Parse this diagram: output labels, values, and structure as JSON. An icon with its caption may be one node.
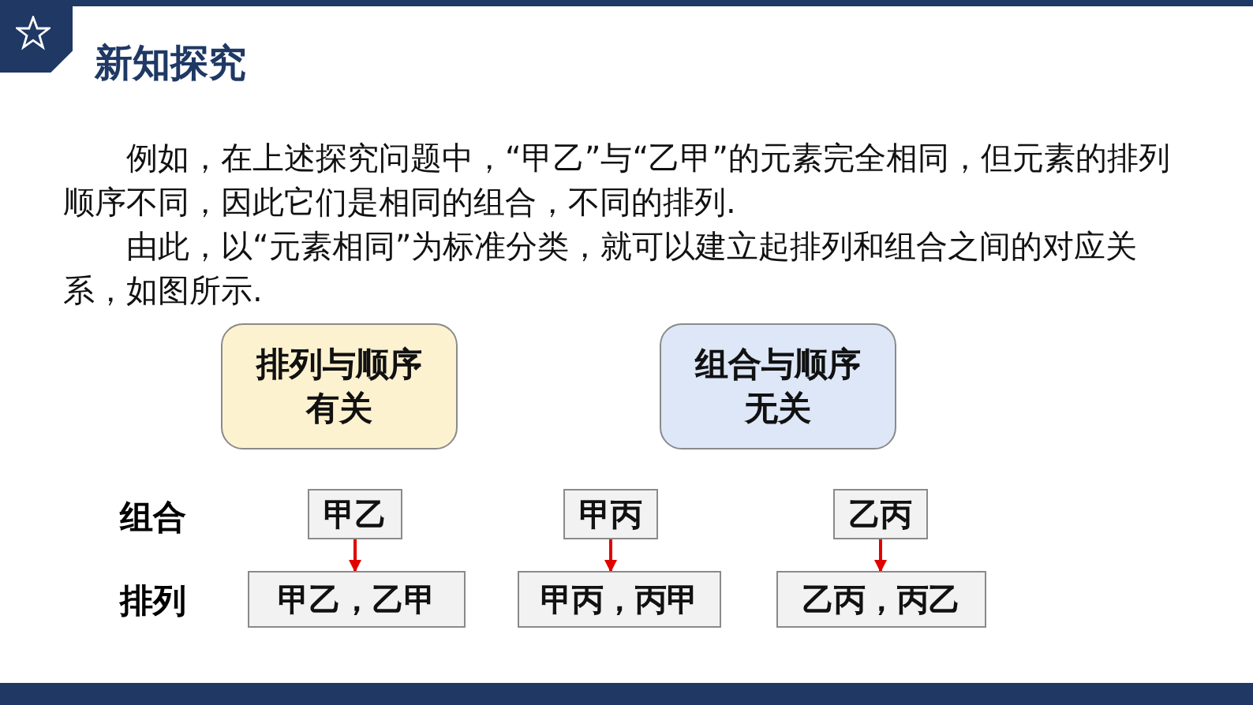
{
  "diagram": {
    "title": "新知探究",
    "nodes": [
      {
        "text": [
          "排列与顺序有关"
        ]
      },
      {
        "text": [
          "组合与顺序无关"
        ]
      },
      {
        "text": [
          "甲乙"
        ]
      },
      {
        "text": [
          "甲丙"
        ]
      },
      {
        "text": [
          "乙丙"
        ]
      },
      {
        "text": [
          "甲乙，乙甲"
        ]
      },
      {
        "text": [
          "甲丙，丙甲"
        ]
      },
      {
        "text": [
          "乙丙，丙乙"
        ]
      }
    ],
    "edges": [
      {
        "from": 2,
        "to": 5,
        "arrow": "to"
      },
      {
        "from": 3,
        "to": 6,
        "arrow": "to"
      },
      {
        "from": 4,
        "to": 7,
        "arrow": "to"
      }
    ],
    "labels": [
      "例如，在上述探究问题中，“甲乙”与“乙甲”的元素完全相同，但元素的排列顺序不同，因此它们是相同的组合，不同的排列.",
      "由此，以“元素相同”为标准分类，就可以建立起排列和组合之间的对应关系，如图所示.",
      "组合",
      "排列"
    ]
  }
}
